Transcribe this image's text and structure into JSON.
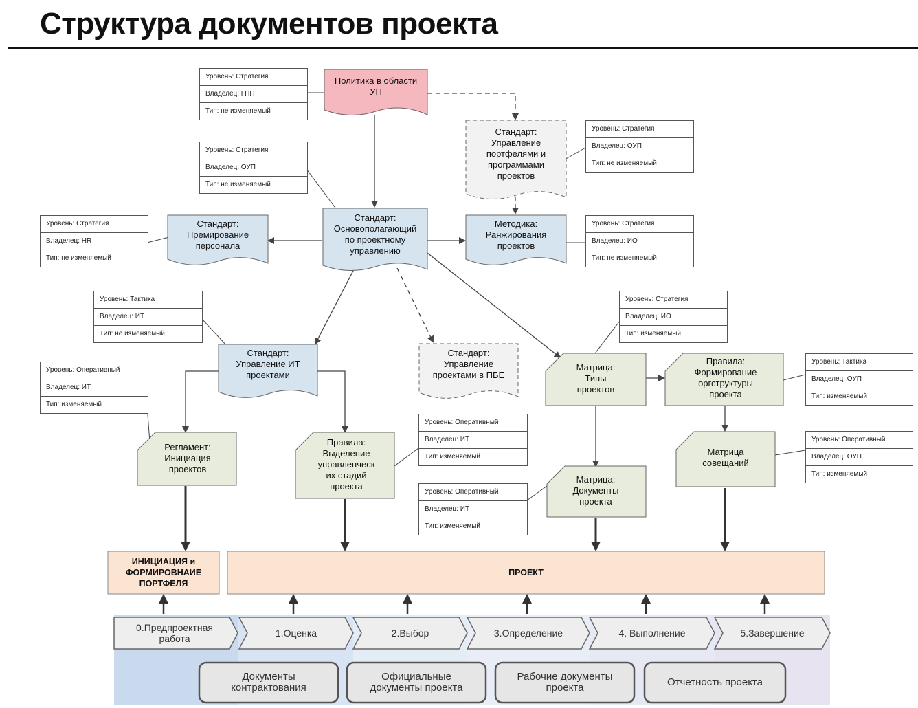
{
  "title": "Структура документов проекта",
  "nodes": {
    "policy": "Политика в области\nУП",
    "std_portfolio": "Стандарт:\nУправление\nпортфелями и\nпрограммами\nпроектов",
    "std_main": "Стандарт:\nОсновополагающий\nпо проектному\nуправлению",
    "std_bonus": "Стандарт:\nПремирование\nперсонала",
    "method_rank": "Методика:\nРанжирования\nпроектов",
    "std_it": "Стандарт:\nУправление ИТ\nпроектами",
    "std_pbe": "Стандарт:\nУправление\nпроектами в ПБЕ",
    "matrix_types": "Матрица:\nТипы\nпроектов",
    "rules_org": "Правила:\nФормирование\nоргструктуры\nпроекта",
    "reg_init": "Регламент:\nИнициация\nпроектов",
    "rules_stages": "Правила:\nВыделение\nуправленческ\nих стадий\nпроекта",
    "matrix_docs": "Матрица:\nДокументы\nпроекта",
    "matrix_meet": "Матрица\nсовещаний",
    "init_portfolio": "ИНИЦИАЦИЯ и\nФОРМИРОВНАИЕ\nПОРТФЕЛЯ",
    "project": "ПРОЕКТ"
  },
  "meta": {
    "policy": [
      "Уровень: Стратегия",
      "Владелец: ГПН",
      "Тип: не изменяемый"
    ],
    "std_main": [
      "Уровень: Стратегия",
      "Владелец: ОУП",
      "Тип: не изменяемый"
    ],
    "std_portfolio": [
      "Уровень: Стратегия",
      "Владелец: ОУП",
      "Тип: не изменяемый"
    ],
    "std_bonus": [
      "Уровень: Стратегия",
      "Владелец: HR",
      "Тип: не изменяемый"
    ],
    "method_rank": [
      "Уровень: Стратегия",
      "Владелец: ИО",
      "Тип: не изменяемый"
    ],
    "std_it": [
      "Уровень: Тактика",
      "Владелец: ИТ",
      "Тип: не изменяемый"
    ],
    "matrix_types": [
      "Уровень: Стратегия",
      "Владелец: ИО",
      "Тип: изменяемый"
    ],
    "reg_init": [
      "Уровень: Оперативный",
      "Владелец: ИТ",
      "Тип: изменяемый"
    ],
    "rules_org": [
      "Уровень: Тактика",
      "Владелец: ОУП",
      "Тип: изменяемый"
    ],
    "rules_stages": [
      "Уровень: Оперативный",
      "Владелец: ИТ",
      "Тип: изменяемый"
    ],
    "matrix_meet": [
      "Уровень: Оперативный",
      "Владелец: ОУП",
      "Тип: изменяемый"
    ],
    "matrix_docs": [
      "Уровень: Оперативный",
      "Владелец: ИТ",
      "Тип: изменяемый"
    ]
  },
  "stages": [
    "0.Предпроектная\nработа",
    "1.Оценка",
    "2.Выбор",
    "3.Определение",
    "4. Выполнение",
    "5.Завершение"
  ],
  "doc_groups": [
    "Документы\nконтрактования",
    "Официальные\nдокументы проекта",
    "Рабочие документы\nпроекта",
    "Отчетность проекта"
  ],
  "colors": {
    "policy_fill": "#f5b8bf",
    "standard_fill": "#d6e4f0",
    "operational_fill": "#e8ecdc",
    "phase_fill": "#fbe4d2",
    "stage_fill": "#eeeeee",
    "band_colors": [
      "#c9d9ee",
      "#d8e4f3",
      "#e4ecf6",
      "#e9edf6",
      "#e6e9f4",
      "#e8e3f0"
    ]
  }
}
